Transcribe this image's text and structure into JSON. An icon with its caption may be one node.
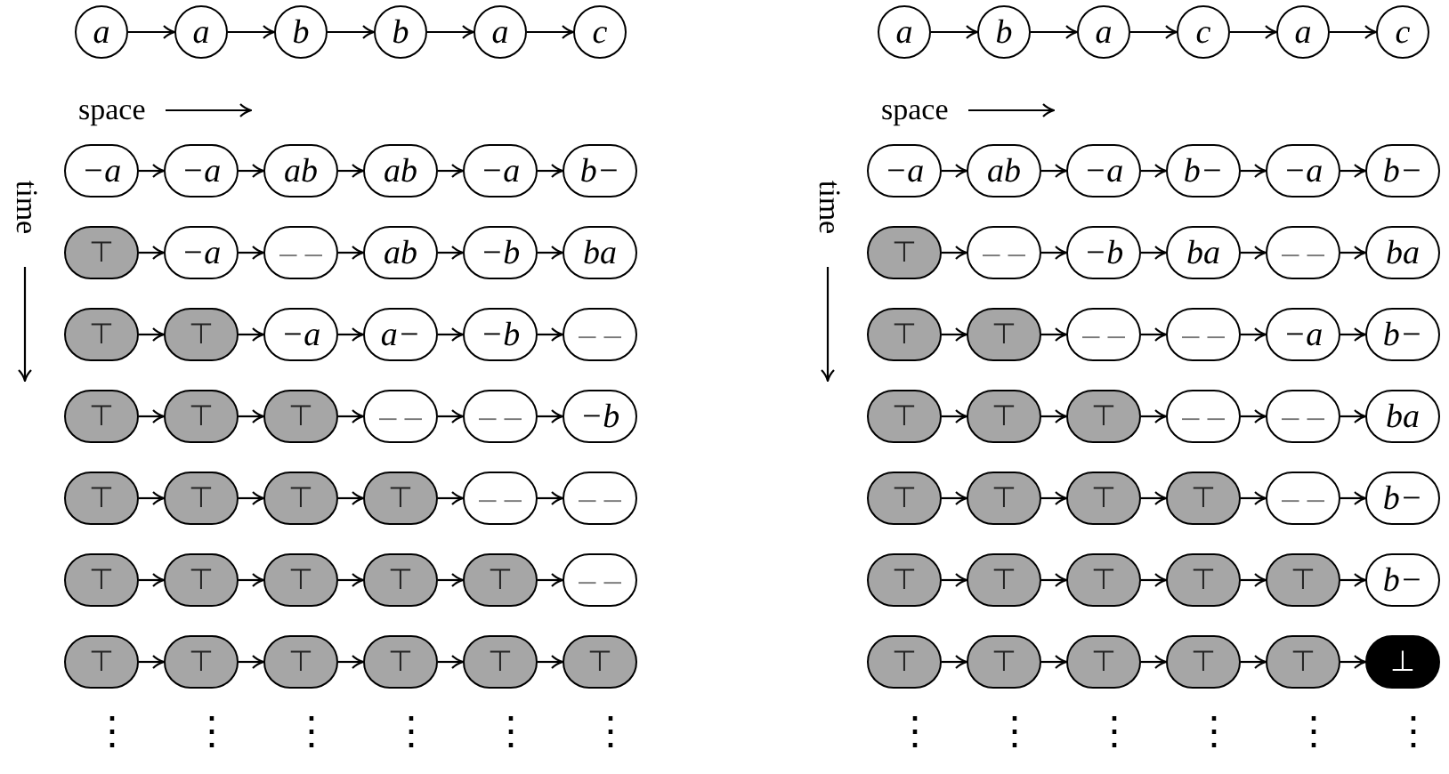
{
  "diagram": {
    "nodes": [
      {
        "text": [
          "a"
        ]
      },
      {
        "text": [
          "a"
        ]
      },
      {
        "text": [
          "b"
        ]
      },
      {
        "text": [
          "b"
        ]
      },
      {
        "text": [
          "a"
        ]
      },
      {
        "text": [
          "c"
        ]
      },
      {
        "text": [
          "−a"
        ]
      },
      {
        "text": [
          "−a"
        ]
      },
      {
        "text": [
          "ab"
        ]
      },
      {
        "text": [
          "ab"
        ]
      },
      {
        "text": [
          "−a"
        ]
      },
      {
        "text": [
          "b−"
        ]
      },
      {
        "text": [
          "⊤"
        ]
      },
      {
        "text": [
          "−a"
        ]
      },
      {
        "text": [
          "– –"
        ]
      },
      {
        "text": [
          "ab"
        ]
      },
      {
        "text": [
          "−b"
        ]
      },
      {
        "text": [
          "ba"
        ]
      },
      {
        "text": [
          "⊤"
        ]
      },
      {
        "text": [
          "⊤"
        ]
      },
      {
        "text": [
          "−a"
        ]
      },
      {
        "text": [
          "a−"
        ]
      },
      {
        "text": [
          "−b"
        ]
      },
      {
        "text": [
          "– –"
        ]
      },
      {
        "text": [
          "⊤"
        ]
      },
      {
        "text": [
          "⊤"
        ]
      },
      {
        "text": [
          "⊤"
        ]
      },
      {
        "text": [
          "– –"
        ]
      },
      {
        "text": [
          "– –"
        ]
      },
      {
        "text": [
          "−b"
        ]
      },
      {
        "text": [
          "⊤"
        ]
      },
      {
        "text": [
          "⊤"
        ]
      },
      {
        "text": [
          "⊤"
        ]
      },
      {
        "text": [
          "⊤"
        ]
      },
      {
        "text": [
          "– –"
        ]
      },
      {
        "text": [
          "– –"
        ]
      },
      {
        "text": [
          "⊤"
        ]
      },
      {
        "text": [
          "⊤"
        ]
      },
      {
        "text": [
          "⊤"
        ]
      },
      {
        "text": [
          "⊤"
        ]
      },
      {
        "text": [
          "⊤"
        ]
      },
      {
        "text": [
          "– –"
        ]
      },
      {
        "text": [
          "⊤"
        ]
      },
      {
        "text": [
          "⊤"
        ]
      },
      {
        "text": [
          "⊤"
        ]
      },
      {
        "text": [
          "⊤"
        ]
      },
      {
        "text": [
          "⊤"
        ]
      },
      {
        "text": [
          "⊤"
        ]
      },
      {
        "text": [
          "a"
        ]
      },
      {
        "text": [
          "b"
        ]
      },
      {
        "text": [
          "a"
        ]
      },
      {
        "text": [
          "c"
        ]
      },
      {
        "text": [
          "a"
        ]
      },
      {
        "text": [
          "c"
        ]
      },
      {
        "text": [
          "−a"
        ]
      },
      {
        "text": [
          "ab"
        ]
      },
      {
        "text": [
          "−a"
        ]
      },
      {
        "text": [
          "b−"
        ]
      },
      {
        "text": [
          "−a"
        ]
      },
      {
        "text": [
          "b−"
        ]
      },
      {
        "text": [
          "⊤"
        ]
      },
      {
        "text": [
          "– –"
        ]
      },
      {
        "text": [
          "−b"
        ]
      },
      {
        "text": [
          "ba"
        ]
      },
      {
        "text": [
          "– –"
        ]
      },
      {
        "text": [
          "ba"
        ]
      },
      {
        "text": [
          "⊤"
        ]
      },
      {
        "text": [
          "⊤"
        ]
      },
      {
        "text": [
          "– –"
        ]
      },
      {
        "text": [
          "– –"
        ]
      },
      {
        "text": [
          "−a"
        ]
      },
      {
        "text": [
          "b−"
        ]
      },
      {
        "text": [
          "⊤"
        ]
      },
      {
        "text": [
          "⊤"
        ]
      },
      {
        "text": [
          "⊤"
        ]
      },
      {
        "text": [
          "– –"
        ]
      },
      {
        "text": [
          "– –"
        ]
      },
      {
        "text": [
          "ba"
        ]
      },
      {
        "text": [
          "⊤"
        ]
      },
      {
        "text": [
          "⊤"
        ]
      },
      {
        "text": [
          "⊤"
        ]
      },
      {
        "text": [
          "⊤"
        ]
      },
      {
        "text": [
          "– –"
        ]
      },
      {
        "text": [
          "b−"
        ]
      },
      {
        "text": [
          "⊤"
        ]
      },
      {
        "text": [
          "⊤"
        ]
      },
      {
        "text": [
          "⊤"
        ]
      },
      {
        "text": [
          "⊤"
        ]
      },
      {
        "text": [
          "⊤"
        ]
      },
      {
        "text": [
          "b−"
        ]
      },
      {
        "text": [
          "⊤"
        ]
      },
      {
        "text": [
          "⊤"
        ]
      },
      {
        "text": [
          "⊤"
        ]
      },
      {
        "text": [
          "⊤"
        ]
      },
      {
        "text": [
          "⊤"
        ]
      },
      {
        "text": [
          "⊥"
        ]
      }
    ],
    "edges": [
      {
        "from": 0,
        "to": 1,
        "arrow": "to"
      },
      {
        "from": 1,
        "to": 2,
        "arrow": "to"
      },
      {
        "from": 2,
        "to": 3,
        "arrow": "to"
      },
      {
        "from": 3,
        "to": 4,
        "arrow": "to"
      },
      {
        "from": 4,
        "to": 5,
        "arrow": "to"
      },
      {
        "from": 6,
        "to": 7,
        "arrow": "to"
      },
      {
        "from": 7,
        "to": 8,
        "arrow": "to"
      },
      {
        "from": 8,
        "to": 9,
        "arrow": "to"
      },
      {
        "from": 9,
        "to": 10,
        "arrow": "to"
      },
      {
        "from": 10,
        "to": 11,
        "arrow": "to"
      },
      {
        "from": 12,
        "to": 13,
        "arrow": "to"
      },
      {
        "from": 13,
        "to": 14,
        "arrow": "to"
      },
      {
        "from": 14,
        "to": 15,
        "arrow": "to"
      },
      {
        "from": 15,
        "to": 16,
        "arrow": "to"
      },
      {
        "from": 16,
        "to": 17,
        "arrow": "to"
      },
      {
        "from": 18,
        "to": 19,
        "arrow": "to"
      },
      {
        "from": 19,
        "to": 20,
        "arrow": "to"
      },
      {
        "from": 20,
        "to": 21,
        "arrow": "to"
      },
      {
        "from": 21,
        "to": 22,
        "arrow": "to"
      },
      {
        "from": 22,
        "to": 23,
        "arrow": "to"
      },
      {
        "from": 24,
        "to": 25,
        "arrow": "to"
      },
      {
        "from": 25,
        "to": 26,
        "arrow": "to"
      },
      {
        "from": 26,
        "to": 27,
        "arrow": "to"
      },
      {
        "from": 27,
        "to": 28,
        "arrow": "to"
      },
      {
        "from": 28,
        "to": 29,
        "arrow": "to"
      },
      {
        "from": 30,
        "to": 31,
        "arrow": "to"
      },
      {
        "from": 31,
        "to": 32,
        "arrow": "to"
      },
      {
        "from": 32,
        "to": 33,
        "arrow": "to"
      },
      {
        "from": 33,
        "to": 34,
        "arrow": "to"
      },
      {
        "from": 34,
        "to": 35,
        "arrow": "to"
      },
      {
        "from": 36,
        "to": 37,
        "arrow": "to"
      },
      {
        "from": 37,
        "to": 38,
        "arrow": "to"
      },
      {
        "from": 38,
        "to": 39,
        "arrow": "to"
      },
      {
        "from": 39,
        "to": 40,
        "arrow": "to"
      },
      {
        "from": 40,
        "to": 41,
        "arrow": "to"
      },
      {
        "from": 42,
        "to": 43,
        "arrow": "to"
      },
      {
        "from": 43,
        "to": 44,
        "arrow": "to"
      },
      {
        "from": 44,
        "to": 45,
        "arrow": "to"
      },
      {
        "from": 45,
        "to": 46,
        "arrow": "to"
      },
      {
        "from": 46,
        "to": 47,
        "arrow": "to"
      },
      {
        "from": 48,
        "to": 49,
        "arrow": "to"
      },
      {
        "from": 49,
        "to": 50,
        "arrow": "to"
      },
      {
        "from": 50,
        "to": 51,
        "arrow": "to"
      },
      {
        "from": 51,
        "to": 52,
        "arrow": "to"
      },
      {
        "from": 52,
        "to": 53,
        "arrow": "to"
      },
      {
        "from": 54,
        "to": 55,
        "arrow": "to"
      },
      {
        "from": 55,
        "to": 56,
        "arrow": "to"
      },
      {
        "from": 56,
        "to": 57,
        "arrow": "to"
      },
      {
        "from": 57,
        "to": 58,
        "arrow": "to"
      },
      {
        "from": 58,
        "to": 59,
        "arrow": "to"
      },
      {
        "from": 60,
        "to": 61,
        "arrow": "to"
      },
      {
        "from": 61,
        "to": 62,
        "arrow": "to"
      },
      {
        "from": 62,
        "to": 63,
        "arrow": "to"
      },
      {
        "from": 63,
        "to": 64,
        "arrow": "to"
      },
      {
        "from": 64,
        "to": 65,
        "arrow": "to"
      },
      {
        "from": 66,
        "to": 67,
        "arrow": "to"
      },
      {
        "from": 67,
        "to": 68,
        "arrow": "to"
      },
      {
        "from": 68,
        "to": 69,
        "arrow": "to"
      },
      {
        "from": 69,
        "to": 70,
        "arrow": "to"
      },
      {
        "from": 70,
        "to": 71,
        "arrow": "to"
      },
      {
        "from": 72,
        "to": 73,
        "arrow": "to"
      },
      {
        "from": 73,
        "to": 74,
        "arrow": "to"
      },
      {
        "from": 74,
        "to": 75,
        "arrow": "to"
      },
      {
        "from": 75,
        "to": 76,
        "arrow": "to"
      },
      {
        "from": 76,
        "to": 77,
        "arrow": "to"
      },
      {
        "from": 78,
        "to": 79,
        "arrow": "to"
      },
      {
        "from": 79,
        "to": 80,
        "arrow": "to"
      },
      {
        "from": 80,
        "to": 81,
        "arrow": "to"
      },
      {
        "from": 81,
        "to": 82,
        "arrow": "to"
      },
      {
        "from": 82,
        "to": 83,
        "arrow": "to"
      },
      {
        "from": 84,
        "to": 85,
        "arrow": "to"
      },
      {
        "from": 85,
        "to": 86,
        "arrow": "to"
      },
      {
        "from": 86,
        "to": 87,
        "arrow": "to"
      },
      {
        "from": 87,
        "to": 88,
        "arrow": "to"
      },
      {
        "from": 88,
        "to": 89,
        "arrow": "to"
      },
      {
        "from": 90,
        "to": 91,
        "arrow": "to"
      },
      {
        "from": 91,
        "to": 92,
        "arrow": "to"
      },
      {
        "from": 92,
        "to": 93,
        "arrow": "to"
      },
      {
        "from": 93,
        "to": 94,
        "arrow": "to"
      },
      {
        "from": 94,
        "to": 95,
        "arrow": "to"
      }
    ],
    "labels": [
      "space",
      "time",
      "⋮",
      "⋮",
      "⋮",
      "⋮",
      "⋮",
      "⋮",
      "space",
      "time",
      "⋮",
      "⋮",
      "⋮",
      "⋮",
      "⋮",
      "⋮"
    ]
  }
}
